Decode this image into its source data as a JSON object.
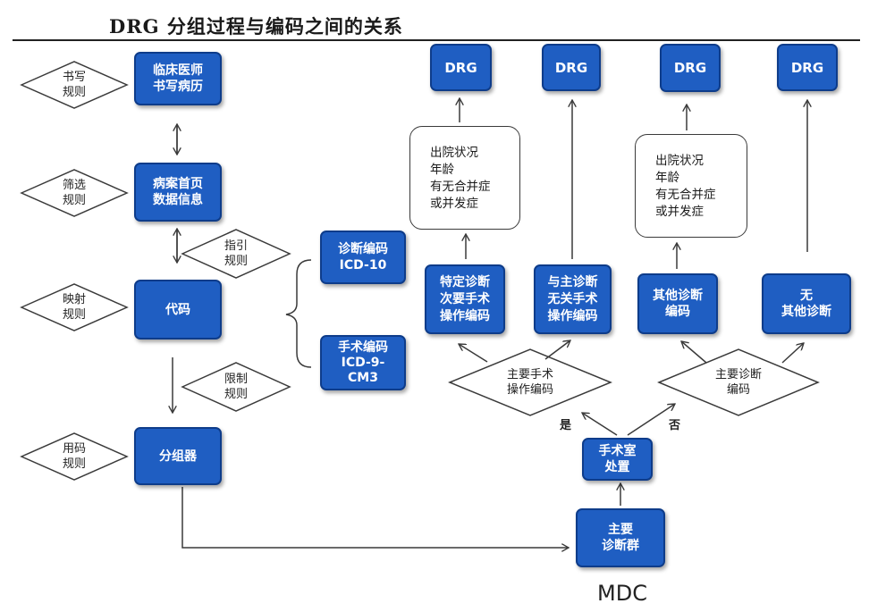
{
  "title": "DRG 分组过程与编码之间的关系",
  "left_flow": {
    "boxes": [
      "临床医师\n书写病历",
      "病案首页\n数据信息",
      "代码",
      "分组器"
    ],
    "rules": [
      "书写\n规则",
      "筛选\n规则",
      "映射\n规则",
      "用码\n规则"
    ],
    "middle_rules": [
      "指引\n规则",
      "限制\n规则"
    ]
  },
  "code_boxes": [
    "诊断编码\nICD-10",
    "手术编码\nICD-9-\nCM3"
  ],
  "drg_boxes": [
    "DRG",
    "DRG",
    "DRG",
    "DRG"
  ],
  "info_boxes": [
    "出院状况\n年龄\n有无合并症\n或并发症",
    "出院状况\n年龄\n有无合并症\n或并发症"
  ],
  "categories": [
    "特定诊断\n次要手术\n操作编码",
    "与主诊断\n无关手术\n操作编码",
    "其他诊断\n编码",
    "无\n其他诊断"
  ],
  "decisions": [
    "主要手术\n操作编码",
    "主要诊断\n编码"
  ],
  "surgery_box": "手术室\n处置",
  "major_box": "主要\n诊断群",
  "branch_labels": {
    "yes": "是",
    "no": "否"
  },
  "mdc_label": "MDC",
  "colors": {
    "box_fill": "#1f5ec2",
    "box_border": "#0e3c8a",
    "line": "#3a3a3a"
  }
}
